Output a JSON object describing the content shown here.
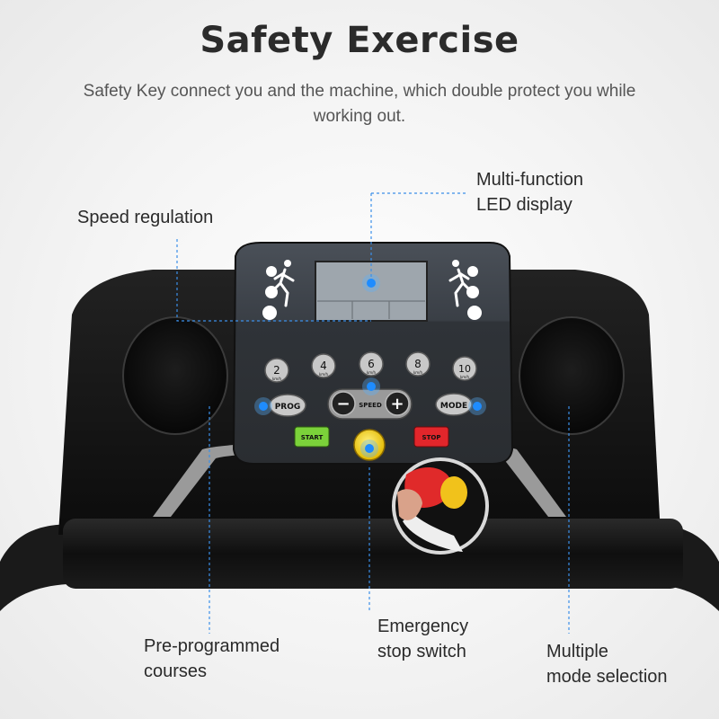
{
  "header": {
    "title": "Safety Exercise",
    "subtitle": "Safety Key connect you and the machine, which double protect you while working out."
  },
  "callouts": {
    "speed_regulation": "Speed regulation",
    "led_display_line1": "Multi-function",
    "led_display_line2": "LED display",
    "programmed_line1": "Pre-programmed",
    "programmed_line2": "courses",
    "emergency_line1": "Emergency",
    "emergency_line2": "stop switch",
    "mode_line1": "Multiple",
    "mode_line2": "mode selection"
  },
  "console": {
    "speed_keys": [
      "2",
      "4",
      "6",
      "8",
      "10"
    ],
    "speed_unit": "km/h",
    "prog_label": "PROG",
    "speed_label": "SPEED",
    "minus_label": "−",
    "plus_label": "+",
    "mode_label": "MODE",
    "start_label": "START",
    "stop_label": "STOP"
  },
  "colors": {
    "accent_blue": "#1e8cff",
    "start_green": "#7bd23a",
    "stop_red": "#e2262b",
    "safety_key_yellow": "#f3d21a"
  }
}
